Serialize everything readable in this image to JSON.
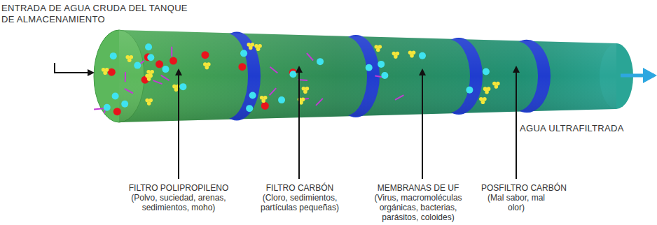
{
  "diagram": {
    "labels": [
      "ENTRADA DE AGUA CRUDA DEL TANQUE DE ALMACENAMIENTO",
      "AGUA ULTRAFILTRADA",
      "FILTRO POLIPROPILENO",
      "(Polvo, suciedad, arenas, sedimientos, moho)",
      "FILTRO CARBÓN",
      "(Cloro, sedimientos, partículas pequeñas)",
      "MEMBRANAS DE UF",
      "(Virus, macromoléculas orgánicas, bacterias, parásitos, coloides)",
      "POSFILTRO CARBÓN",
      "(Mal sabor, mal olor)"
    ]
  }
}
